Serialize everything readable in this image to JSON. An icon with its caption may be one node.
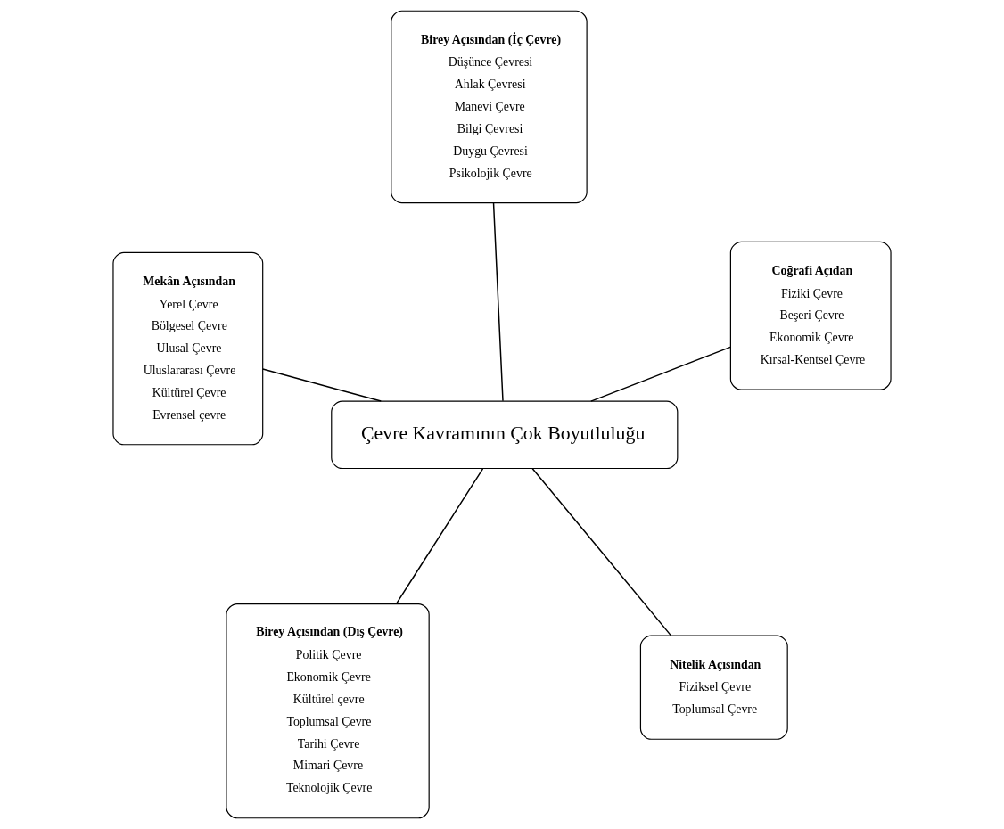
{
  "diagram": {
    "nodes": [
      {
        "text": [
          "Çevre Kavramının Çok Boyutluluğu"
        ]
      },
      {
        "text": [
          "Nitelik Açısından",
          "Fiziksel Çevre",
          "Toplumsal Çevre"
        ]
      },
      {
        "text": [
          "Birey Açısından (Dış Çevre)",
          "Politik Çevre",
          "Ekonomik Çevre",
          "Kültürel çevre",
          "Toplumsal Çevre",
          "Tarihi Çevre",
          "Mimari Çevre",
          "Teknolojik Çevre"
        ]
      },
      {
        "text": [
          "Mekân Açısından",
          "Yerel Çevre",
          "Bölgesel Çevre",
          "Ulusal Çevre",
          "Uluslararası Çevre",
          "Kültürel Çevre",
          "Evrensel çevre"
        ]
      },
      {
        "text": [
          "Coğrafi Açıdan",
          "Fiziki Çevre",
          "Beşeri Çevre",
          "Ekonomik Çevre",
          "Kırsal-Kentsel Çevre"
        ]
      },
      {
        "text": [
          "Birey Açısından (İç Çevre)",
          "Düşünce Çevresi",
          "Ahlak Çevresi",
          "Manevi Çevre",
          "Bilgi Çevresi",
          "Duygu Çevresi",
          "Psikolojik Çevre"
        ]
      }
    ],
    "edges": [
      {
        "from": 0,
        "to": 1,
        "arrow": "none"
      },
      {
        "from": 0,
        "to": 2,
        "arrow": "none"
      },
      {
        "from": 0,
        "to": 3,
        "arrow": "none"
      },
      {
        "from": 0,
        "to": 4,
        "arrow": "none"
      },
      {
        "from": 0,
        "to": 5,
        "arrow": "none"
      }
    ]
  }
}
